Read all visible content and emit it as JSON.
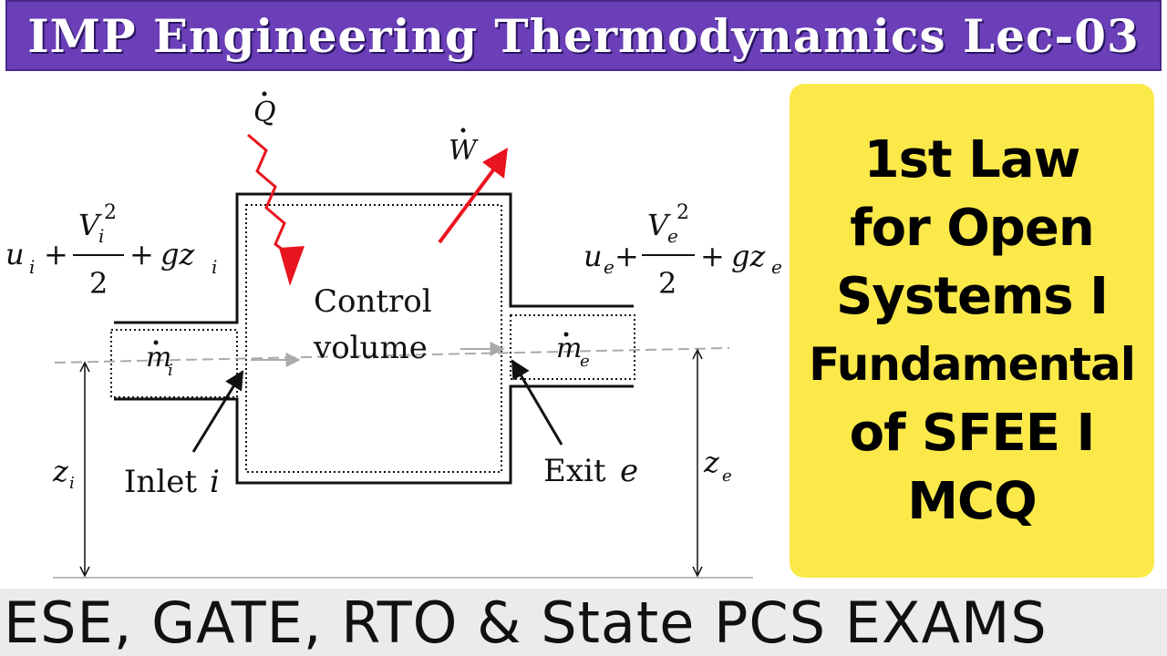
{
  "title": "IMP Engineering Thermodynamics Lec-03",
  "diagram": {
    "heat_symbol": "Q",
    "work_symbol": "W",
    "inlet_energy_u": "u",
    "inlet_energy_sub": "i",
    "inlet_velocity": "V",
    "inlet_velocity_sub": "i",
    "exit_energy_u": "u",
    "exit_energy_sub": "e",
    "exit_velocity": "V",
    "exit_velocity_sub": "e",
    "squared": "2",
    "denominator": "2",
    "plus": "+",
    "gz": "gz",
    "control_volume_line1": "Control",
    "control_volume_line2": "volume",
    "mass_symbol": "m",
    "inlet_label": "Inlet",
    "inlet_var": "i",
    "exit_label": "Exit",
    "exit_var": "e",
    "z_symbol": "z",
    "arrow_red": "#e8141e"
  },
  "card": {
    "lines": [
      "1st Law",
      "for Open",
      "Systems I",
      "Fundamental",
      "of SFEE I",
      "MCQ"
    ],
    "background": "#fbe94a"
  },
  "footer": "ESE, GATE, RTO & State PCS EXAMS",
  "colors": {
    "title_bar": "#6a3fb8"
  }
}
